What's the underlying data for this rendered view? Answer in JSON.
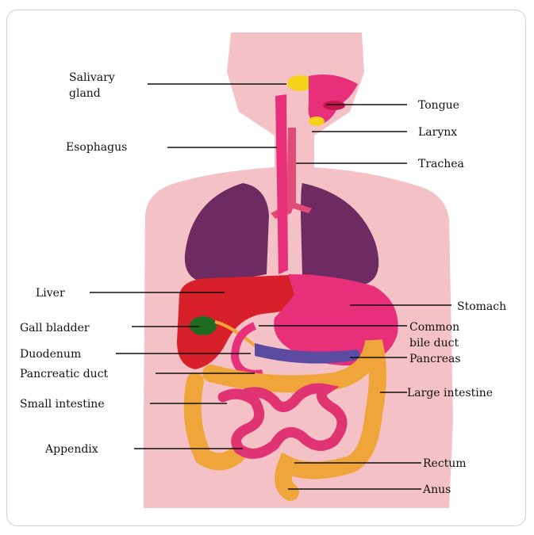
{
  "diagram": {
    "labels": {
      "salivary_gland_1": "Salivary",
      "salivary_gland_2": "gland",
      "esophagus": "Esophagus",
      "tongue": "Tongue",
      "larynx": "Larynx",
      "trachea": "Trachea",
      "liver": "Liver",
      "gall_bladder": "Gall bladder",
      "duodenum": "Duodenum",
      "pancreatic_duct": "Pancreatic duct",
      "small_intestine": "Small intestine",
      "appendix": "Appendix",
      "stomach": "Stomach",
      "common_bile_duct_1": "Common",
      "common_bile_duct_2": "bile duct",
      "pancreas": "Pancreas",
      "large_intestine": "Large intestine",
      "rectum": "Rectum",
      "anus": "Anus"
    },
    "colors": {
      "body": "#f4c2c6",
      "lungs": "#6e2b62",
      "liver": "#d8202a",
      "stomach": "#e8307a",
      "intestine": "#f0a53a",
      "small_intestine": "#e03472",
      "gall_bladder": "#1f6b1f",
      "salivary": "#f5d21a",
      "pancreas": "#5a4aa0"
    }
  }
}
